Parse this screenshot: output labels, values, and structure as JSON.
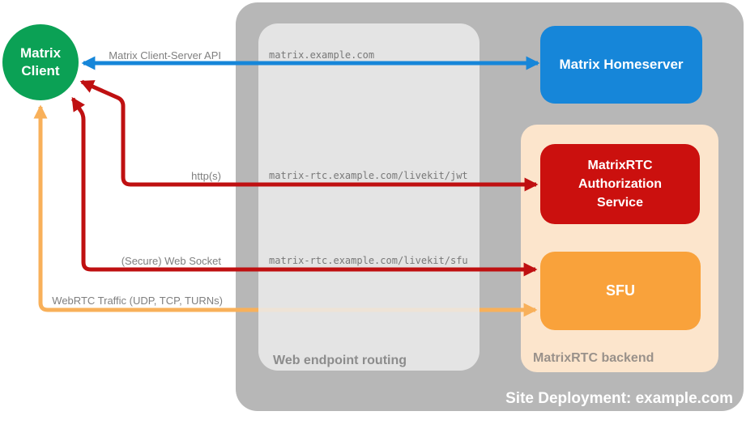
{
  "title": "Site Deployment: example.com",
  "client": {
    "label": "Matrix Client",
    "color": "#0ba155"
  },
  "homeserver": {
    "label": "Matrix Homeserver",
    "color": "#1686d9"
  },
  "routing": {
    "label": "Web endpoint routing",
    "endpoints": [
      "matrix.example.com",
      "matrix-rtc.example.com/livekit/jwt",
      "matrix-rtc.example.com/livekit/sfu"
    ]
  },
  "backend": {
    "label": "MatrixRTC backend",
    "bg": "#fce5cc",
    "auth_service": {
      "label": "MatrixRTC Authorization Service",
      "color": "#cb100e"
    },
    "sfu": {
      "label": "SFU",
      "color": "#f9a23b"
    }
  },
  "connections": {
    "api": {
      "label": "Matrix Client-Server API",
      "color": "#1686d9",
      "bidirectional": true,
      "from": "Matrix Client",
      "to": "Matrix Homeserver",
      "via": "matrix.example.com"
    },
    "http": {
      "label": "http(s)",
      "color": "#bf1011",
      "bidirectional": true,
      "from": "Matrix Client",
      "to": "MatrixRTC Authorization Service",
      "via": "matrix-rtc.example.com/livekit/jwt"
    },
    "websocket": {
      "label": "(Secure) Web Socket",
      "color": "#bf1011",
      "bidirectional": true,
      "from": "Matrix Client",
      "to": "SFU",
      "via": "matrix-rtc.example.com/livekit/sfu"
    },
    "webrtc": {
      "label": "WebRTC Traffic (UDP, TCP, TURNs)",
      "color": "#f8b05a",
      "bidirectional": true,
      "from": "Matrix Client",
      "to": "SFU"
    }
  }
}
